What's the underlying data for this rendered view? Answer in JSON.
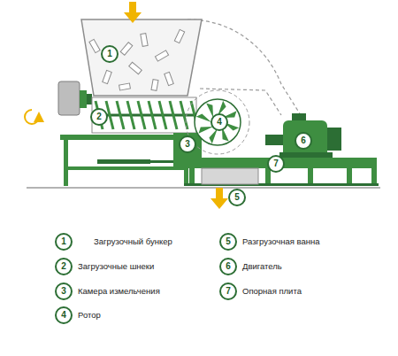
{
  "diagram": {
    "nodes": [
      {
        "text": [
          "1"
        ]
      },
      {
        "text": [
          "2"
        ]
      },
      {
        "text": [
          "3"
        ]
      },
      {
        "text": [
          "4"
        ]
      },
      {
        "text": [
          "5"
        ]
      },
      {
        "text": [
          "6"
        ]
      },
      {
        "text": [
          "7"
        ]
      },
      {
        "text": [
          "1",
          "Загрузочный бункер"
        ]
      },
      {
        "text": [
          "2",
          "Загрузочные шнеки"
        ]
      },
      {
        "text": [
          "3",
          "Камера измельчения"
        ]
      },
      {
        "text": [
          "4",
          "Ротор"
        ]
      },
      {
        "text": [
          "5",
          "Разгрузочная ванна"
        ]
      },
      {
        "text": [
          "6",
          "Двигатель"
        ]
      },
      {
        "text": [
          "7",
          "Опорная плита"
        ]
      }
    ]
  }
}
